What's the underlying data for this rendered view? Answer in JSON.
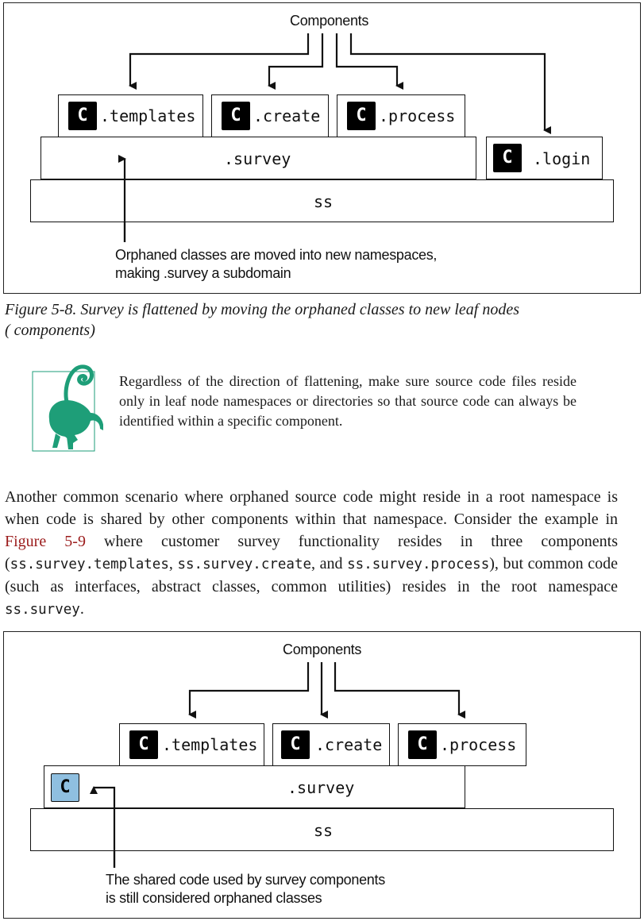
{
  "figure1": {
    "title": "Components",
    "components": [
      {
        "badge": "C",
        "name": ".templates"
      },
      {
        "badge": "C",
        "name": ".create"
      },
      {
        "badge": "C",
        "name": ".process"
      }
    ],
    "login": {
      "badge": "C",
      "name": ".login"
    },
    "survey": ".survey",
    "root": "ss",
    "annotation_line1": "Orphaned classes are moved into new namespaces,",
    "annotation_line2": "making .survey a subdomain"
  },
  "caption1_line1": "Figure 5-8. Survey is flattened by moving the orphaned classes to new leaf nodes",
  "caption1_line2": "( components)",
  "tip": {
    "icon": "lemur-icon",
    "text": "Regardless of the direction of flattening, make sure source code files reside only in leaf node namespaces or directories so that source code can always be identified within a specific component."
  },
  "paragraph": {
    "part1": "Another common scenario where orphaned source code might reside in a root name­space is when code is shared by other components within that namespace. Consider the example in ",
    "link": "Figure 5-9",
    "part2": " where customer survey functionality resides in three com­ponents (",
    "code1": "ss.survey.templates",
    "sep1": ", ",
    "code2": "ss.survey.create",
    "sep2": ", and ",
    "code3": "ss.survey.process",
    "part3": "), but common code (such as interfaces, abstract classes, common utilities) resides in the root namespace ",
    "code4": "ss.survey",
    "part4": "."
  },
  "figure2": {
    "title": "Components",
    "components": [
      {
        "badge": "C",
        "name": ".templates"
      },
      {
        "badge": "C",
        "name": ".create"
      },
      {
        "badge": "C",
        "name": ".process"
      }
    ],
    "shared_badge": "C",
    "survey": ".survey",
    "root": "ss",
    "annotation_line1": "The shared code used by survey components",
    "annotation_line2": "is still considered orphaned classes"
  },
  "colors": {
    "link": "#9b1b1b",
    "shared_class": "#8fbfe0",
    "lemur": "#1e9e78"
  }
}
